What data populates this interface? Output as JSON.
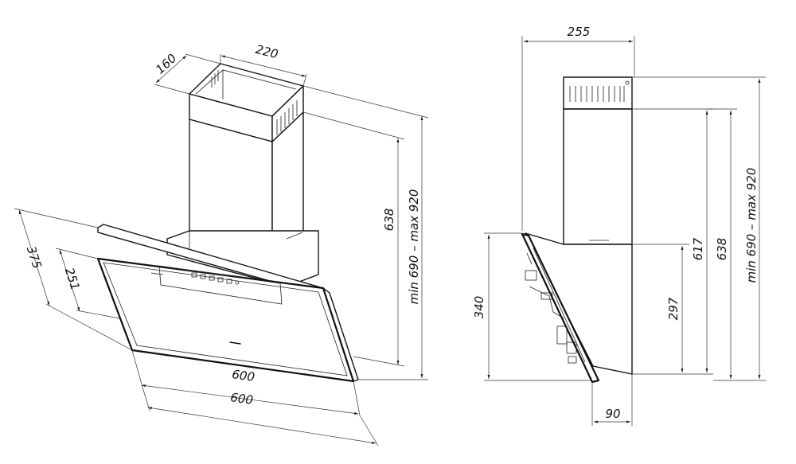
{
  "front_view": {
    "chimney_depth": "160",
    "chimney_width": "220",
    "chimney_height": "638",
    "total_height": "min 690 – max 920",
    "panel_height": "375",
    "glass_height": "251",
    "hood_width_glass": "600",
    "hood_width_body": "600"
  },
  "side_view": {
    "total_depth": "255",
    "hood_height": "340",
    "body_height": "297",
    "chimney_inner": "617",
    "chimney_height": "638",
    "total_height": "min 690 – max 920",
    "wall_offset": "90"
  }
}
